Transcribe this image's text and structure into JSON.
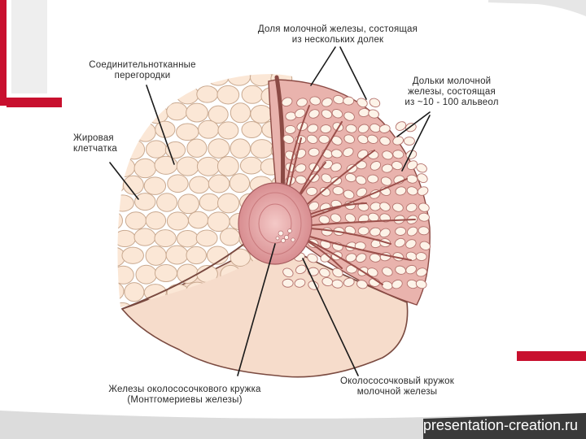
{
  "labels": {
    "lobe": "Доля молочной железы, состоящая из нескольких долек",
    "septa": "Соединительнотканные перегородки",
    "lobules": "Дольки молочной железы, состоящая из ~10 - 100 альвеол",
    "fat": "Жировая клетчатка",
    "montgomery": "Железы околососочкового кружка (Монтгомериевы железы)",
    "areola": "Околососочковый кружок молочной железы"
  },
  "label_lines": {
    "lobe": [
      "Доля молочной железы, состоящая",
      "из нескольких долек"
    ],
    "septa": [
      "Соединительнотканные",
      "перегородки"
    ],
    "lobules": [
      "Дольки молочной",
      "железы, состоящая",
      "из ~10 - 100 альвеол"
    ],
    "fat": [
      "Жировая",
      "клетчатка"
    ],
    "montgomery": [
      "Железы околососочкового кружка",
      "(Монтгомериевы железы)"
    ],
    "areola": [
      "Околососочковый кружок",
      "молочной железы"
    ]
  },
  "brand": "presentation-creation.ru",
  "colors": {
    "accent_red": "#c8102e",
    "fat_fill": "#fbe7d6",
    "fat_stroke": "#c9a990",
    "skin": "#f6dccb",
    "gland_fill": "#e7a9a4",
    "lobule_fill": "#fdf3e8",
    "duct": "#9b4f4a",
    "areola": "#e9a6a8"
  }
}
